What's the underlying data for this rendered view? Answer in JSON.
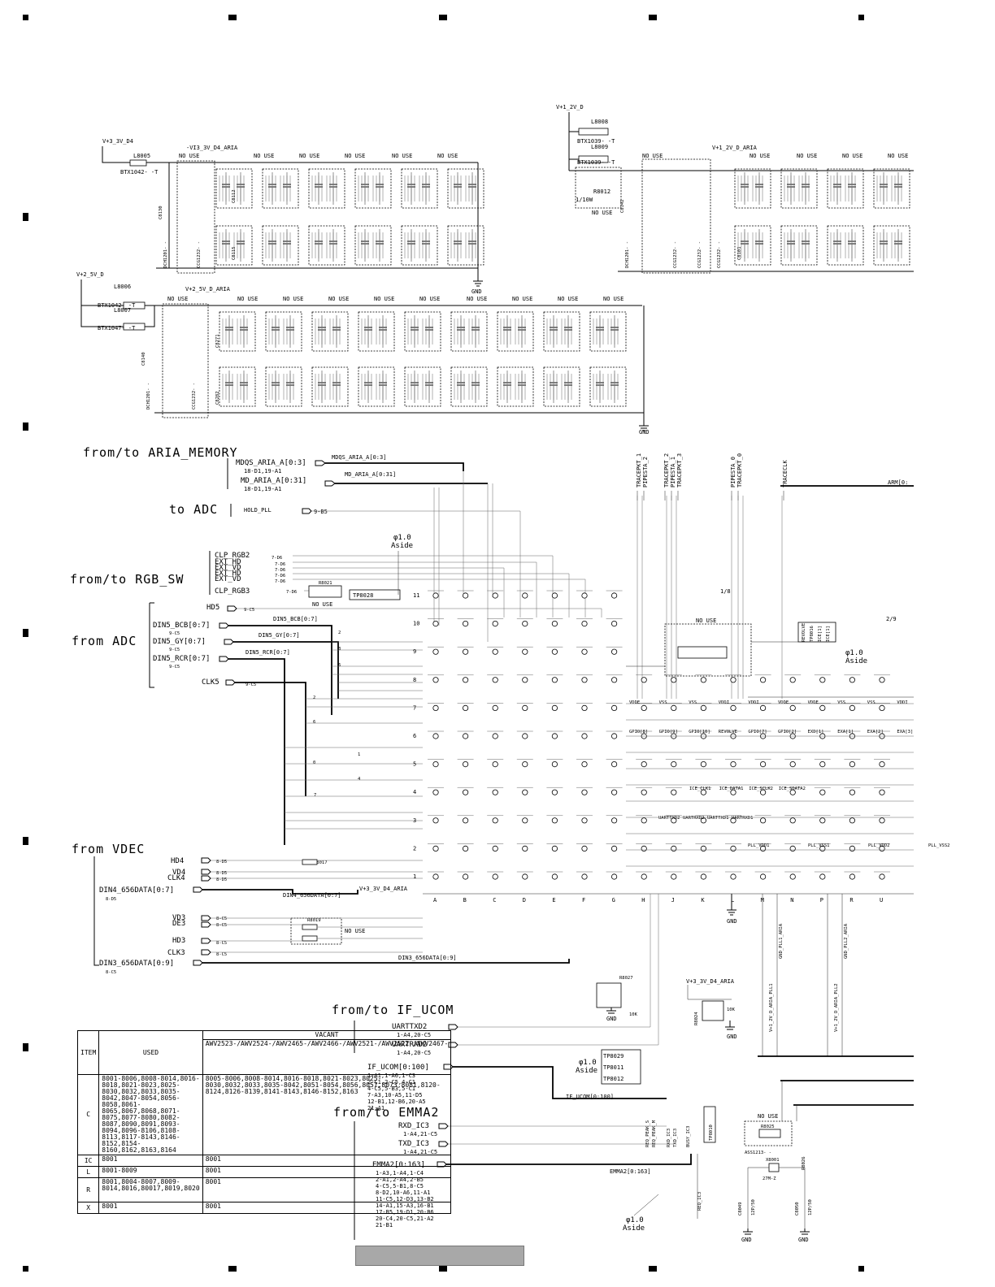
{
  "corner_marks": 8,
  "power_rails": {
    "v33_d4": "V+3_3V_D4",
    "vi33_d4_aria": "-VI3_3V_D4_ARIA",
    "v12_d": "V+1_2V_D",
    "v12_d_aria": "V+1_2V_D_ARIA",
    "v25_d": "V+2_5V_D",
    "v25_d_aria": "V+2_5V_D_ARIA",
    "v33_d4_aria": "V+3_3V_D4_ARIA"
  },
  "inductors": {
    "l8005": "L8005",
    "l8005_part": "BTX1042- -T",
    "l8008": "L8008",
    "l8008_part": "BTX1039- -T",
    "l8009": "L8009",
    "l8009_part": "BTX1039- -T",
    "l8006": "L8006",
    "l8006_part": "BTX1042- -T",
    "l8007": "L8007",
    "l8007_part": "BTX1047- -T"
  },
  "no_use": "NO USE",
  "gnd": "GND",
  "r8012": "R8012",
  "r8012_val": "1/10W",
  "decaps": {
    "c8130": "C8130",
    "dch": "DCH1201- -",
    "ccg": "CCG1232- -",
    "c8115": "C8115",
    "c8112": "C8112",
    "c8140": "C8140",
    "c8142": "C8142",
    "c8101": "C8101",
    "c8282": "C8282",
    "c8271": "C8271"
  },
  "sections": {
    "aria_memory": "from/to ARIA_MEMORY",
    "adc_to": "to ADC",
    "rgb_sw": "from/to RGB_SW",
    "adc_from": "from ADC",
    "vdec": "from VDEC",
    "if_ucom": "from/to IF_UCOM",
    "emma2": "from/to EMMA2"
  },
  "aria_memory": {
    "mdqs": "MDQS_ARIA_A[0:3]",
    "mdqs_ref": "18-D1,19-A1",
    "md": "MD_ARIA_A[0:31]",
    "md_ref": "18-D1,19-A1",
    "mdqs_bus": "MDQS_ARIA_A[0:3]",
    "md_bus": "MD_ARIA_A[0:31]"
  },
  "adc_to": {
    "hold": "HOLD_PLL",
    "ref": "9-B5"
  },
  "rgb_sw": {
    "clp2": "CLP_RGB2",
    "ext1": "EXT_HD",
    "ext2": "EXT_VD",
    "ext3": "EXT_HD",
    "ext4": "EXT_VD",
    "clp3": "CLP_RGB3",
    "ref": "7-D6",
    "r8021": "R8021",
    "tp8028": "TP8028",
    "phi": "φ1.0",
    "aside": "Aside"
  },
  "adc_from": {
    "hd5": "HD5",
    "hd5_ref": "9-C5",
    "bcb": "DIN5_BCB[0:7]",
    "bcb_ref": "9-C5",
    "gy": "DIN5_GY[0:7]",
    "gy_ref": "9-C5",
    "rcr": "DIN5_RCR[0:7]",
    "rcr_ref": "9-C5",
    "clk5": "CLK5",
    "clk5_ref": "9-C5",
    "bcb_bus": "DIN5_BCB[0:7]",
    "gy_bus": "DIN5_GY[0:7]",
    "rcr_bus": "DIN5_RCR[0:7]"
  },
  "vdec": {
    "hd4": "HD4",
    "vd4": "VD4",
    "clk4": "CLK4",
    "ref_d5": "8-D5",
    "din4": "DIN4_656DATA[0:7]",
    "din4_ref": "8-D5",
    "din4_bus": "DIN4_656DATA[0:7]",
    "r8017": "R8017",
    "vd3": "VD3",
    "de3": "DE3",
    "hd3": "HD3",
    "clk3": "CLK3",
    "ref_c5": "8-C5",
    "r8019": "R8019",
    "no_use": "NO USE",
    "din3": "DIN3_656DATA[0:9]",
    "din3_ref": "8-C5",
    "din3_bus": "DIN3_656DATA[0:9]"
  },
  "trace_labels": [
    "TRACEPKT_1",
    "PIPESTA_2",
    "TRACEPKT_2",
    "PIPESTA_1",
    "TRACEPKT_3",
    "PIPESTA_0",
    "TRACEPKT_0",
    "TRACECLK"
  ],
  "arm_bus": "ARM[0:",
  "bga": {
    "rows": [
      "11",
      "10",
      "9",
      "8",
      "7",
      "6",
      "5",
      "4",
      "3",
      "2",
      "1"
    ],
    "cols": [
      "A",
      "B",
      "C",
      "D",
      "E",
      "F",
      "G",
      "H",
      "J",
      "K",
      "L",
      "M",
      "N",
      "P",
      "R",
      "U"
    ],
    "ratio": "1/8",
    "page": "2/9",
    "vdde": "VDDE",
    "vss": "VSS",
    "vddi": "VDDI",
    "gpio_labels": [
      "GPIO[8]",
      "GPIO[9]",
      "GPIO[10]",
      "REVOLVE",
      "GPIO[7]",
      "GPIO[2]",
      "EXD[1]",
      "EXA[1]",
      "EXA[2]",
      "EXA[3]"
    ],
    "ice_labels": [
      "ICE_CLK1",
      "ICE_DATA1",
      "ICE_SCLK2",
      "ICE_SDATA2"
    ],
    "uart_labels": [
      "UARTTXD2",
      "UARTRXD2",
      "UARTTXD1",
      "UARTRXD1"
    ],
    "pll_labels": [
      "PLL_VDD1",
      "PLL_VSS1",
      "PLL_VDD2",
      "PLL_VSS2"
    ]
  },
  "rnet": {
    "label": "NO USE",
    "tp": "TP8016"
  },
  "rev_pins": [
    "REVOLVE",
    "ICE[1]",
    "ICE[0]",
    "ICE[1]"
  ],
  "pll": {
    "gnd_pll1": "GND_PLL1_ARIA",
    "gnd_pll2": "GND_PLL2_ARIA",
    "v_pll1": "V+1_2V_D_ARIA_PLL1",
    "v_pll2": "V+1_2V_D_ARIA_PLL2"
  },
  "if_ucom": {
    "tx": "UARTTXD2",
    "tx_ref": "1-A4,20-C5",
    "rx": "UARTRXD2",
    "rx_ref": "1-A4,20-C5",
    "bus": "IF_UCOM[0:100]",
    "bus_refs": [
      "1-A1,1-A6,1-C3",
      "2-C1,2-C5,4-C1",
      "4-C5,5-B3,5-C1",
      "7-A3,10-A5,11-D5",
      "12-B1,12-B6,20-A5",
      "21-A1"
    ],
    "bus_label": "IF_UCOM[0:100]",
    "r8027": "R8027",
    "r8027_val": "10K",
    "r8024": "R8024",
    "r8024_val": "10K",
    "tp8029": "TP8029",
    "tp8011": "TP8011",
    "tp8012": "TP8012",
    "phi": "φ1.0",
    "aside": "Aside"
  },
  "emma2": {
    "rxd": "RXD_IC3",
    "rxd_ref": "1-A4,21-C5",
    "txd": "TXD_IC3",
    "txd_ref": "1-A4,21-C5",
    "bus": "EMMA2[0:163]",
    "bus_refs": [
      "1-A3,1-A4,1-C4",
      "2-A1,2-A4,2-B5",
      "4-C5,5-B1,8-C5",
      "8-D2,10-A6,11-A1",
      "11-C5,12-D3,13-B2",
      "14-A1,15-A3,16-B1",
      "17-B5,19-D1,20-B6",
      "20-C4,20-C5,21-A2",
      "21-B1"
    ],
    "bus_label": "EMMA2[0:163]",
    "nets": [
      "REQ_PEAK_S",
      "REQ_PEAK_M",
      "RXD_IC3",
      "TXD_IC3",
      "BUSY_IC3"
    ],
    "req": "REQ_IC3",
    "tp8010": "TP8010",
    "phi": "φ1.0",
    "aside": "Aside"
  },
  "crystal": {
    "no_use": "NO USE",
    "r8025": "R8025",
    "x8001": "X8001",
    "part": "ASS1213- -",
    "freq": "27M-Z",
    "c8049": "C8049",
    "c8050": "C8050",
    "cval": "12P/50",
    "r8026": "R8026"
  },
  "vacant_table": {
    "headers": {
      "item": "ITEM",
      "used": "USED",
      "vacant": "VACANT"
    },
    "vacant_models": "AWV2523-/AWV2524-/AWV2465-/AWV2466-/AWV2521-/AWV2522-/AWV2467-",
    "rows": [
      {
        "item": "C",
        "used": "8001-8006,8008-8014,8016-8018,8021-8023,8025-8030,8032,8033,8035-8042,8047-8054,8056-8058,8061-8065,8067,8068,8071-8075,8077-8080,8082-8087,8090,8091,8093-8094,8096-8106,8108-8113,8117-8143,8146-8152,8154-8160,8162,8163,8164",
        "vacant": "8005-8006,8008-8014,8016-8018,8021-8023,8025-8030,8032,8033,8035-8042,8051-8054,8056,8057,8073,8081,8120-8124,8126-8139,8141-8143,8146-8152,8163"
      },
      {
        "item": "IC",
        "used": "8001",
        "vacant": "8001"
      },
      {
        "item": "L",
        "used": "8001-8009",
        "vacant": "8001"
      },
      {
        "item": "R",
        "used": "8001,8004-8007,8009-8014,8016,80017,8019,8020",
        "vacant": "8001"
      },
      {
        "item": "X",
        "used": "8001",
        "vacant": "8001"
      }
    ]
  },
  "colors": {
    "ink": "#000000",
    "paper": "#ffffff",
    "footer_bar": "#a8a8a8"
  }
}
